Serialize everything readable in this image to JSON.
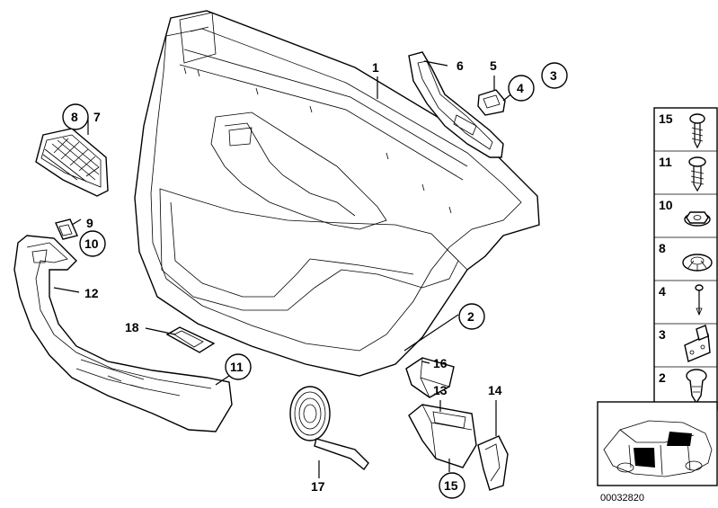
{
  "callouts": {
    "c1": "1",
    "c2": "2",
    "c3": "3",
    "c4": "4",
    "c5": "5",
    "c6": "6",
    "c7": "7",
    "c8": "8",
    "c9": "9",
    "c10": "10",
    "c11": "11",
    "c12": "12",
    "c13": "13",
    "c14": "14",
    "c15": "15",
    "c16": "16",
    "c17": "17",
    "c18": "18"
  },
  "legend": {
    "items": [
      {
        "number": "15",
        "icon": "screw-icon"
      },
      {
        "number": "11",
        "icon": "screw-icon"
      },
      {
        "number": "10",
        "icon": "nut-icon"
      },
      {
        "number": "8",
        "icon": "expanding-rivet-icon"
      },
      {
        "number": "4",
        "icon": "pin-icon"
      },
      {
        "number": "3",
        "icon": "bracket-icon"
      },
      {
        "number": "2",
        "icon": "clip-icon"
      }
    ]
  },
  "doc_id": "00032820"
}
